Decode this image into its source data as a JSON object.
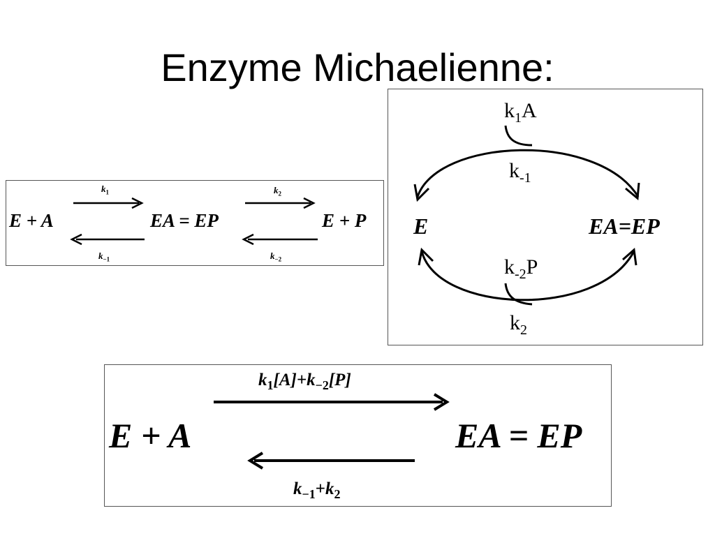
{
  "title": "Enzyme Michaelienne:",
  "scheme": {
    "left": "E + A",
    "middle": "EA = EP",
    "right": "E + P",
    "k1": "k",
    "k1_sub": "1",
    "km1": "k",
    "km1_sub": "−1",
    "k2": "k",
    "k2_sub": "2",
    "km2": "k",
    "km2_sub": "−2"
  },
  "cycle": {
    "enzyme": "E",
    "complex": "EA=EP",
    "top_in": "k",
    "top_in_sub": "1",
    "top_in_suffix": "A",
    "top_back": "k",
    "top_back_sub": "-1",
    "bottom_in": "k",
    "bottom_in_sub": "-2",
    "bottom_in_suffix": "P",
    "bottom_fwd": "k",
    "bottom_fwd_sub": "2"
  },
  "reduced": {
    "left": "E + A",
    "right": "EA = EP",
    "fwd_k1": "k",
    "fwd_k1_sub": "1",
    "fwd_A": "[A]+",
    "fwd_km2": "k",
    "fwd_km2_sub": "−2",
    "fwd_P": "[P]",
    "rev_km1": "k",
    "rev_km1_sub": "−1",
    "rev_plus": "+",
    "rev_k2": "k",
    "rev_k2_sub": "2"
  }
}
